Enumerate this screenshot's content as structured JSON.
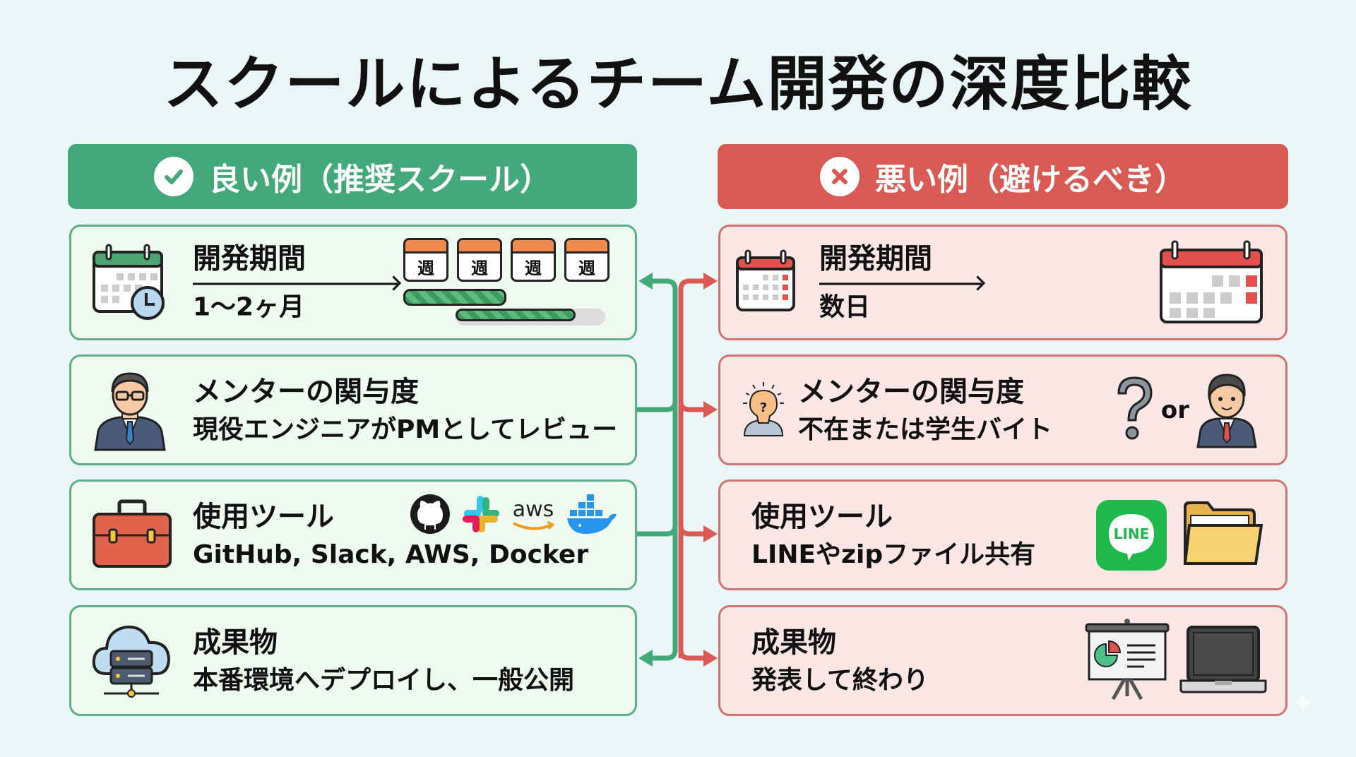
{
  "title": "スクールによるチーム開発の深度比較",
  "good": {
    "header": "良い例（推奨スクール）",
    "header_icon": "check-circle-icon",
    "color": "#43a87a",
    "rows": [
      {
        "label": "開発期間",
        "value": "1〜2ヶ月",
        "icon": "calendar-clock-icon",
        "extra": {
          "week_label": "週",
          "weeks": 4,
          "progress": [
            1.0,
            0.8
          ]
        }
      },
      {
        "label": "メンターの関与度",
        "value": "現役エンジニアがPMとしてレビュー",
        "icon": "business-mentor-icon"
      },
      {
        "label": "使用ツール",
        "value": "GitHub, Slack, AWS, Docker",
        "icon": "toolbox-icon",
        "tools": [
          "github-icon",
          "slack-icon",
          "aws-icon",
          "docker-icon"
        ],
        "aws_text": "aws"
      },
      {
        "label": "成果物",
        "value": "本番環境へデプロイし、一般公開",
        "icon": "cloud-server-icon"
      }
    ]
  },
  "bad": {
    "header": "悪い例（避けるべき）",
    "header_icon": "x-circle-icon",
    "color": "#d95a55",
    "rows": [
      {
        "label": "開発期間",
        "value": "数日",
        "icon": "calendar-icon"
      },
      {
        "label": "メンターの関与度",
        "value": "不在または学生バイト",
        "icon": "confused-bulb-icon",
        "or_text": "or"
      },
      {
        "label": "使用ツール",
        "value": "LINEやzipファイル共有",
        "tools": [
          "line-icon",
          "folder-icon"
        ],
        "line_text": "LINE"
      },
      {
        "label": "成果物",
        "value": "発表して終わり",
        "tools": [
          "presentation-board-icon",
          "laptop-icon"
        ]
      }
    ]
  }
}
